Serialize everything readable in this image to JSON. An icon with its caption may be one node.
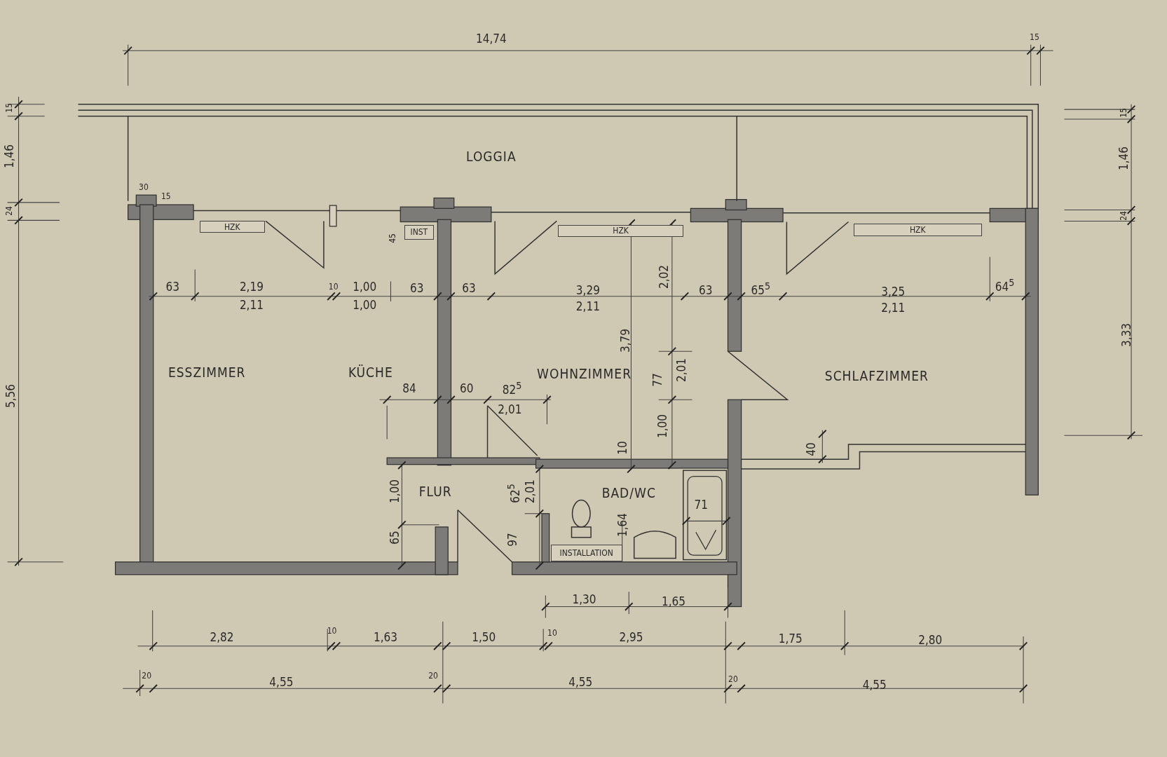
{
  "diagram": {
    "nodes": [
      {
        "text": [
          "HZK"
        ]
      },
      {
        "text": [
          "INST"
        ]
      },
      {
        "text": [
          "HZK"
        ]
      },
      {
        "text": [
          "HZK"
        ]
      },
      {
        "text": [
          "INSTALLATION"
        ]
      }
    ],
    "labels": [
      "14,74",
      "15",
      "15",
      "1,46",
      "24",
      "15",
      "1,46",
      "24",
      "LOGGIA",
      "30",
      "15",
      "45",
      "63",
      "2,19",
      "2,11",
      "10",
      "1,00",
      "1,00",
      "63",
      "63",
      "3,29",
      "2,11",
      "2,02",
      "63",
      "65$^{5}$",
      "3,25",
      "2,11",
      "64$^{5}$",
      "3,33",
      "5,56",
      "ESSZIMMER",
      "KÜCHE",
      "3,79",
      "WOHNZIMMER",
      "77",
      "2,01",
      "SCHLAFZIMMER",
      "84",
      "60",
      "82$^{5}$",
      "2,01",
      "1,00",
      "10",
      "40",
      "FLUR",
      "1,00",
      "62$^{5}$",
      "2,01",
      "BAD/WC",
      "71",
      "1,64",
      "65",
      "97",
      "1,30",
      "1,65",
      "2,82",
      "10",
      "1,63",
      "1,50",
      "10",
      "2,95",
      "1,75",
      "2,80",
      "20",
      "4,55",
      "20",
      "4,55",
      "20",
      "4,55"
    ]
  }
}
